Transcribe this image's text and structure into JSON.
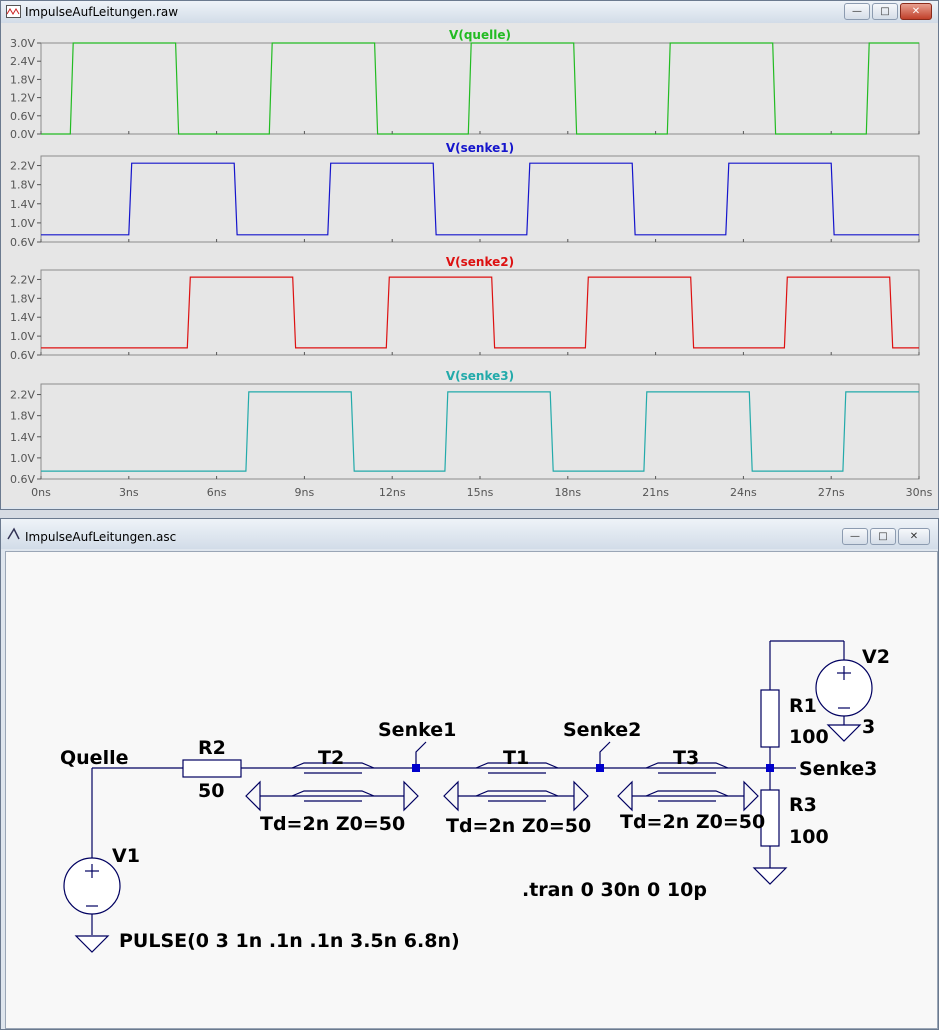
{
  "waveform_window": {
    "title": "ImpulseAufLeitungen.raw",
    "buttons": {
      "minimize": "—",
      "maximize": "□",
      "close": "✕"
    }
  },
  "schematic_window": {
    "title": "ImpulseAufLeitungen.asc",
    "buttons": {
      "minimize": "—",
      "maximize": "□",
      "close": "✕"
    }
  },
  "chart_data": {
    "type": "line",
    "x_axis": {
      "range": [
        0,
        30
      ],
      "tick_labels": [
        "0ns",
        "3ns",
        "6ns",
        "9ns",
        "12ns",
        "15ns",
        "18ns",
        "21ns",
        "24ns",
        "27ns",
        "30ns"
      ]
    },
    "panes": [
      {
        "name": "V(quelle)",
        "color": "#22bb22",
        "ylim": [
          0,
          3.0
        ],
        "y_ticks": [
          {
            "v": 3.0,
            "label": "3.0V"
          },
          {
            "v": 2.4,
            "label": "2.4V"
          },
          {
            "v": 1.8,
            "label": "1.8V"
          },
          {
            "v": 1.2,
            "label": "1.2V"
          },
          {
            "v": 0.6,
            "label": "0.6V"
          },
          {
            "v": 0.0,
            "label": "0.0V"
          }
        ],
        "points": [
          [
            0,
            0
          ],
          [
            1,
            0
          ],
          [
            1.1,
            3
          ],
          [
            4.6,
            3
          ],
          [
            4.7,
            0
          ],
          [
            7.8,
            0
          ],
          [
            7.9,
            3
          ],
          [
            11.4,
            3
          ],
          [
            11.5,
            0
          ],
          [
            14.6,
            0
          ],
          [
            14.7,
            3
          ],
          [
            18.2,
            3
          ],
          [
            18.3,
            0
          ],
          [
            21.4,
            0
          ],
          [
            21.5,
            3
          ],
          [
            25,
            3
          ],
          [
            25.1,
            0
          ],
          [
            28.2,
            0
          ],
          [
            28.3,
            3
          ],
          [
            30,
            3
          ]
        ]
      },
      {
        "name": "V(senke1)",
        "color": "#1515cc",
        "ylim": [
          0.6,
          2.4
        ],
        "y_ticks": [
          {
            "v": 2.2,
            "label": "2.2V"
          },
          {
            "v": 1.8,
            "label": "1.8V"
          },
          {
            "v": 1.4,
            "label": "1.4V"
          },
          {
            "v": 1.0,
            "label": "1.0V"
          },
          {
            "v": 0.6,
            "label": "0.6V"
          }
        ],
        "points": [
          [
            0,
            0.75
          ],
          [
            3,
            0.75
          ],
          [
            3.1,
            2.25
          ],
          [
            6.6,
            2.25
          ],
          [
            6.7,
            0.75
          ],
          [
            9.8,
            0.75
          ],
          [
            9.9,
            2.25
          ],
          [
            13.4,
            2.25
          ],
          [
            13.5,
            0.75
          ],
          [
            16.6,
            0.75
          ],
          [
            16.7,
            2.25
          ],
          [
            20.2,
            2.25
          ],
          [
            20.3,
            0.75
          ],
          [
            23.4,
            0.75
          ],
          [
            23.5,
            2.25
          ],
          [
            27,
            2.25
          ],
          [
            27.1,
            0.75
          ],
          [
            30,
            0.75
          ]
        ]
      },
      {
        "name": "V(senke2)",
        "color": "#dd1111",
        "ylim": [
          0.6,
          2.4
        ],
        "y_ticks": [
          {
            "v": 2.2,
            "label": "2.2V"
          },
          {
            "v": 1.8,
            "label": "1.8V"
          },
          {
            "v": 1.4,
            "label": "1.4V"
          },
          {
            "v": 1.0,
            "label": "1.0V"
          },
          {
            "v": 0.6,
            "label": "0.6V"
          }
        ],
        "points": [
          [
            0,
            0.75
          ],
          [
            5,
            0.75
          ],
          [
            5.1,
            2.25
          ],
          [
            8.6,
            2.25
          ],
          [
            8.7,
            0.75
          ],
          [
            11.8,
            0.75
          ],
          [
            11.9,
            2.25
          ],
          [
            15.4,
            2.25
          ],
          [
            15.5,
            0.75
          ],
          [
            18.6,
            0.75
          ],
          [
            18.7,
            2.25
          ],
          [
            22.2,
            2.25
          ],
          [
            22.3,
            0.75
          ],
          [
            25.4,
            0.75
          ],
          [
            25.5,
            2.25
          ],
          [
            29,
            2.25
          ],
          [
            29.1,
            0.75
          ],
          [
            30,
            0.75
          ]
        ]
      },
      {
        "name": "V(senke3)",
        "color": "#22aaaa",
        "ylim": [
          0.6,
          2.4
        ],
        "y_ticks": [
          {
            "v": 2.2,
            "label": "2.2V"
          },
          {
            "v": 1.8,
            "label": "1.8V"
          },
          {
            "v": 1.4,
            "label": "1.4V"
          },
          {
            "v": 1.0,
            "label": "1.0V"
          },
          {
            "v": 0.6,
            "label": "0.6V"
          }
        ],
        "points": [
          [
            0,
            0.75
          ],
          [
            7,
            0.75
          ],
          [
            7.1,
            2.25
          ],
          [
            10.6,
            2.25
          ],
          [
            10.7,
            0.75
          ],
          [
            13.8,
            0.75
          ],
          [
            13.9,
            2.25
          ],
          [
            17.4,
            2.25
          ],
          [
            17.5,
            0.75
          ],
          [
            20.6,
            0.75
          ],
          [
            20.7,
            2.25
          ],
          [
            24.2,
            2.25
          ],
          [
            24.3,
            0.75
          ],
          [
            27.4,
            0.75
          ],
          [
            27.5,
            2.25
          ],
          [
            30,
            2.25
          ]
        ]
      }
    ]
  },
  "schematic": {
    "labels": {
      "quelle": "Quelle",
      "senke1": "Senke1",
      "senke2": "Senke2",
      "senke3": "Senke3",
      "r2_name": "R2",
      "r2_value": "50",
      "t2_name": "T2",
      "t2_params": "Td=2n Z0=50",
      "t1_name": "T1",
      "t1_params": "Td=2n Z0=50",
      "t3_name": "T3",
      "t3_params": "Td=2n Z0=50",
      "r1_name": "R1",
      "r1_value": "100",
      "r3_name": "R3",
      "r3_value": "100",
      "v1_name": "V1",
      "v1_value": "PULSE(0 3 1n .1n .1n 3.5n 6.8n)",
      "v2_name": "V2",
      "v2_value": "3",
      "directive": ".tran 0 30n 0 10p"
    }
  }
}
